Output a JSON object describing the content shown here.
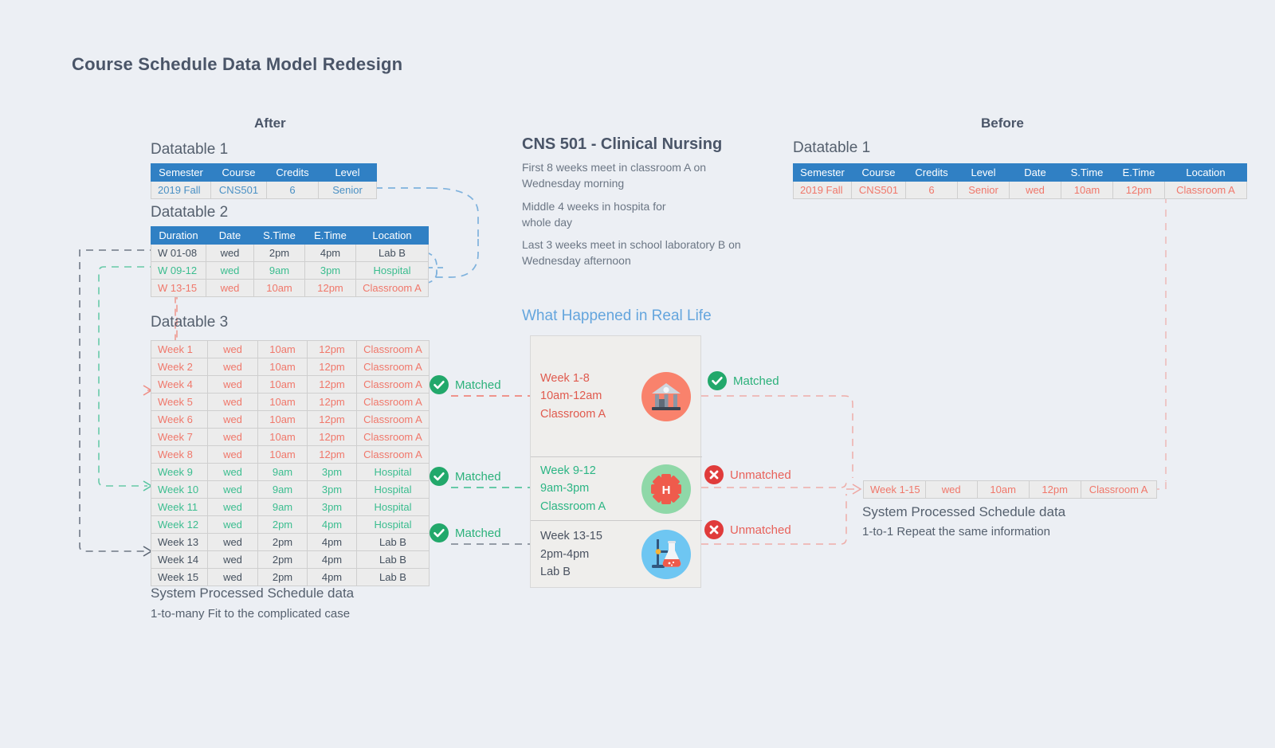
{
  "page": {
    "title": "Course Schedule Data Model Redesign",
    "bg_color": "#eceff4",
    "accent_blue": "#3080c4",
    "red": "#f0776a",
    "green": "#3bbd8f",
    "light_blue": "#64a5dd"
  },
  "after": {
    "column_heading": "After",
    "datatable1": {
      "title": "Datatable 1",
      "headers": [
        "Semester",
        "Course",
        "Credits",
        "Level"
      ],
      "rows": [
        {
          "cells": [
            "2019 Fall",
            "CNS501",
            "6",
            "Senior"
          ],
          "color": "blue"
        }
      ]
    },
    "datatable2": {
      "title": "Datatable 2",
      "headers": [
        "Duration",
        "Date",
        "S.Time",
        "E.Time",
        "Location"
      ],
      "rows": [
        {
          "cells": [
            "W 01-08",
            "wed",
            "2pm",
            "4pm",
            "Lab B"
          ],
          "color": "dark"
        },
        {
          "cells": [
            "W 09-12",
            "wed",
            "9am",
            "3pm",
            "Hospital"
          ],
          "color": "green"
        },
        {
          "cells": [
            "W 13-15",
            "wed",
            "10am",
            "12pm",
            "Classroom A"
          ],
          "color": "red"
        }
      ]
    },
    "datatable3": {
      "title": "Datatable 3",
      "rows": [
        {
          "cells": [
            "Week 1",
            "wed",
            "10am",
            "12pm",
            "Classroom A"
          ],
          "color": "red"
        },
        {
          "cells": [
            "Week 2",
            "wed",
            "10am",
            "12pm",
            "Classroom A"
          ],
          "color": "red"
        },
        {
          "cells": [
            "Week 4",
            "wed",
            "10am",
            "12pm",
            "Classroom A"
          ],
          "color": "red"
        },
        {
          "cells": [
            "Week 5",
            "wed",
            "10am",
            "12pm",
            "Classroom A"
          ],
          "color": "red"
        },
        {
          "cells": [
            "Week 6",
            "wed",
            "10am",
            "12pm",
            "Classroom A"
          ],
          "color": "red"
        },
        {
          "cells": [
            "Week 7",
            "wed",
            "10am",
            "12pm",
            "Classroom A"
          ],
          "color": "red"
        },
        {
          "cells": [
            "Week 8",
            "wed",
            "10am",
            "12pm",
            "Classroom A"
          ],
          "color": "red"
        },
        {
          "cells": [
            "Week 9",
            "wed",
            "9am",
            "3pm",
            "Hospital"
          ],
          "color": "green"
        },
        {
          "cells": [
            "Week 10",
            "wed",
            "9am",
            "3pm",
            "Hospital"
          ],
          "color": "green"
        },
        {
          "cells": [
            "Week 11",
            "wed",
            "9am",
            "3pm",
            "Hospital"
          ],
          "color": "green"
        },
        {
          "cells": [
            "Week 12",
            "wed",
            "2pm",
            "4pm",
            "Hospital"
          ],
          "color": "green"
        },
        {
          "cells": [
            "Week 13",
            "wed",
            "2pm",
            "4pm",
            "Lab B"
          ],
          "color": "dark"
        },
        {
          "cells": [
            "Week 14",
            "wed",
            "2pm",
            "4pm",
            "Lab B"
          ],
          "color": "dark"
        },
        {
          "cells": [
            "Week 15",
            "wed",
            "2pm",
            "4pm",
            "Lab B"
          ],
          "color": "dark"
        }
      ]
    },
    "footer_line1": "System Processed Schedule data",
    "footer_line2": "1-to-many  Fit to the complicated case",
    "match_badges": [
      {
        "label": "Matched",
        "state": "ok"
      },
      {
        "label": "Matched",
        "state": "ok"
      },
      {
        "label": "Matched",
        "state": "ok"
      }
    ]
  },
  "center": {
    "course_title": "CNS 501 - Clinical Nursing",
    "description": [
      "First 8 weeks meet in classroom A on\nWednesday morning",
      "Middle 4 weeks in hospita for\nwhole day",
      "Last 3 weeks meet in school laboratory B on\nWednesday afternoon"
    ],
    "real_life_title": "What Happened in Real Life",
    "cards": [
      {
        "line1": "Week 1-8",
        "line2": "10am-12am",
        "line3": "Classroom A",
        "color": "red",
        "icon": "bank-icon",
        "icon_bg": "#f9826c"
      },
      {
        "line1": "Week 9-12",
        "line2": "9am-3pm",
        "line3": "Classroom A",
        "color": "green",
        "icon": "hospital-icon",
        "icon_bg": "#8fd8a8"
      },
      {
        "line1": "Week 13-15",
        "line2": "2pm-4pm",
        "line3": "Lab B",
        "color": "dark",
        "icon": "lab-flask-icon",
        "icon_bg": "#6ec6f2"
      }
    ]
  },
  "before": {
    "column_heading": "Before",
    "datatable1": {
      "title": "Datatable 1",
      "headers": [
        "Semester",
        "Course",
        "Credits",
        "Level",
        "Date",
        "S.Time",
        "E.Time",
        "Location"
      ],
      "rows": [
        {
          "cells": [
            "2019 Fall",
            "CNS501",
            "6",
            "Senior",
            "wed",
            "10am",
            "12pm",
            "Classroom A"
          ],
          "color": "red"
        }
      ]
    },
    "processed_row": {
      "cells": [
        "Week 1-15",
        "wed",
        "10am",
        "12pm",
        "Classroom A"
      ],
      "color": "red"
    },
    "footer_line1": "System Processed Schedule data",
    "footer_line2": "1-to-1  Repeat the same information",
    "match_badges": [
      {
        "label": "Matched",
        "state": "ok"
      },
      {
        "label": "Unmatched",
        "state": "no"
      },
      {
        "label": "Unmatched",
        "state": "no"
      }
    ]
  }
}
